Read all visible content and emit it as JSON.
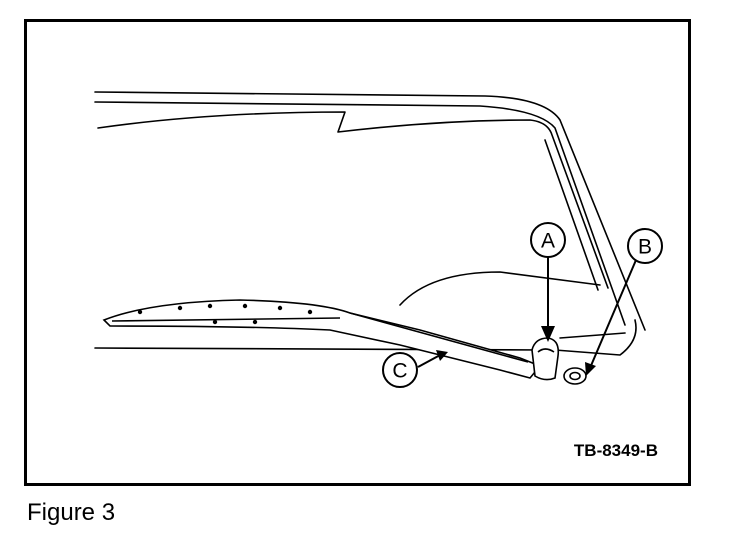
{
  "figure": {
    "caption": "Figure 3",
    "reference_code": "TB-8349-B",
    "callouts": {
      "a": "A",
      "b": "B",
      "c": "C"
    }
  }
}
